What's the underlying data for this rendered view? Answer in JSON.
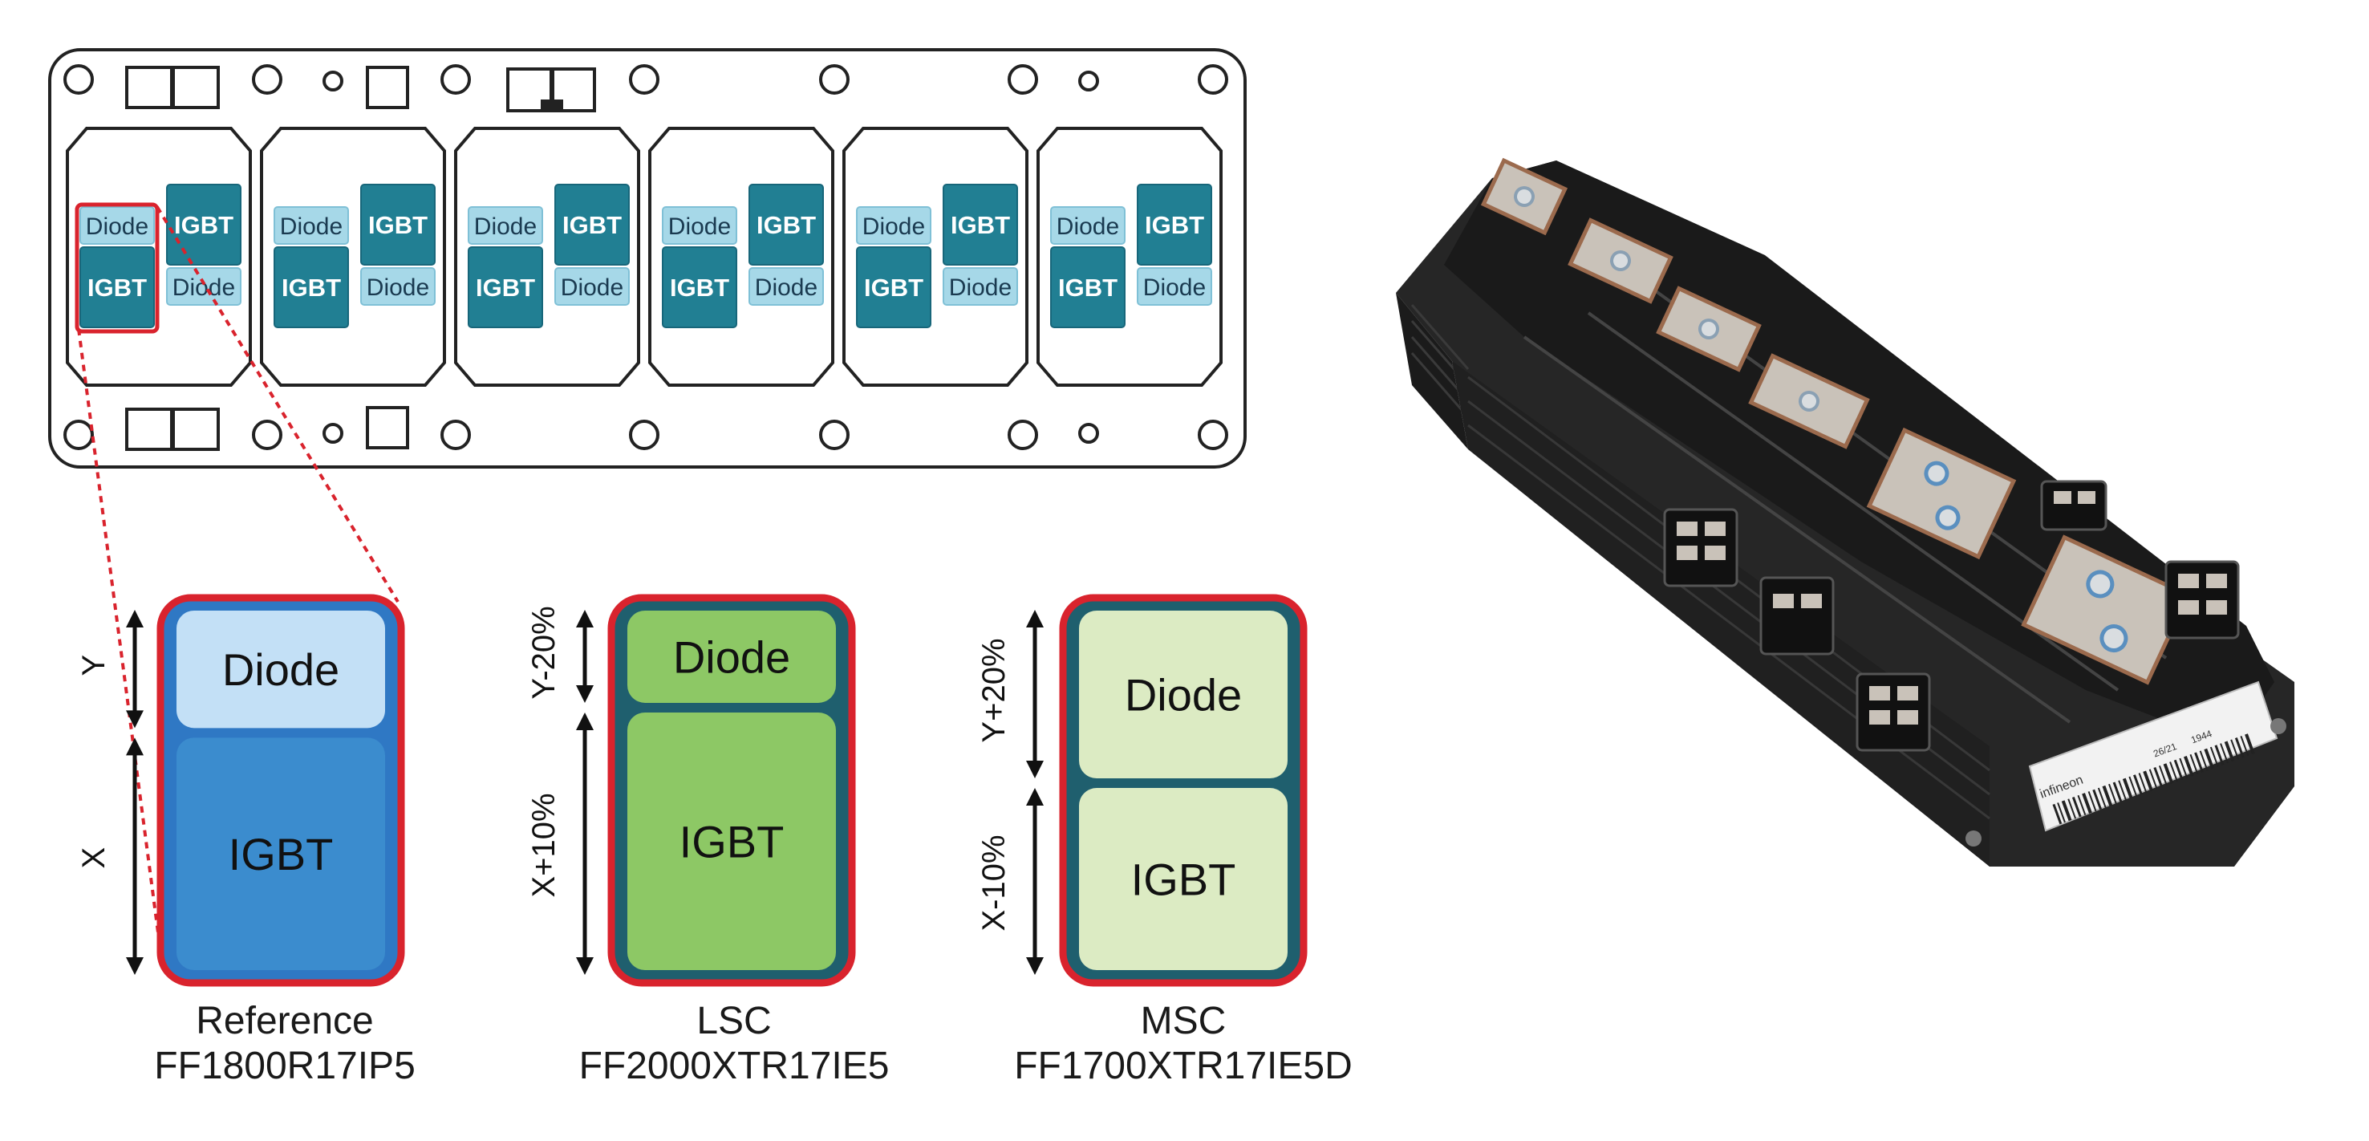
{
  "module_layout": {
    "cells": [
      {
        "diode_label": "Diode",
        "igbt_label": "IGBT",
        "diode2_label": "Diode",
        "igbt2_label": "IGBT"
      },
      {
        "diode_label": "Diode",
        "igbt_label": "IGBT",
        "diode2_label": "Diode",
        "igbt2_label": "IGBT"
      },
      {
        "diode_label": "Diode",
        "igbt_label": "IGBT",
        "diode2_label": "Diode",
        "igbt2_label": "IGBT"
      },
      {
        "diode_label": "Diode",
        "igbt_label": "IGBT",
        "diode2_label": "Diode",
        "igbt2_label": "IGBT"
      },
      {
        "diode_label": "Diode",
        "igbt_label": "IGBT",
        "diode2_label": "Diode",
        "igbt2_label": "IGBT"
      },
      {
        "diode_label": "Diode",
        "igbt_label": "IGBT",
        "diode2_label": "Diode",
        "igbt2_label": "IGBT"
      }
    ],
    "highlighted_cell": 1
  },
  "variants": [
    {
      "diode_label": "Diode",
      "igbt_label": "IGBT",
      "top_dim": "Y",
      "bottom_dim": "X",
      "name": "Reference",
      "part": "FF1800R17IP5",
      "outer_color": "#2f78c4",
      "diode_color": "#c3e0f6",
      "igbt_color": "#3b8cce"
    },
    {
      "diode_label": "Diode",
      "igbt_label": "IGBT",
      "top_dim": "Y-20%",
      "bottom_dim": "X+10%",
      "name": "LSC",
      "part": "FF2000XTR17IE5",
      "outer_color": "#1f5f6e",
      "diode_color": "#8dc865",
      "igbt_color": "#8dc865"
    },
    {
      "diode_label": "Diode",
      "igbt_label": "IGBT",
      "top_dim": "Y+20%",
      "bottom_dim": "X-10%",
      "name": "MSC",
      "part": "FF1700XTR17IE5D",
      "outer_color": "#1f5f6e",
      "diode_color": "#dcebc3",
      "igbt_color": "#dcebc3"
    }
  ],
  "photo": {
    "label_brand": "infineon",
    "label_codes": [
      "26/21",
      "1944"
    ]
  },
  "colors": {
    "chip_dark": "#217f93",
    "chip_light": "#a6d8e8",
    "highlight_red": "#d9232d",
    "module_body": "#262626"
  }
}
